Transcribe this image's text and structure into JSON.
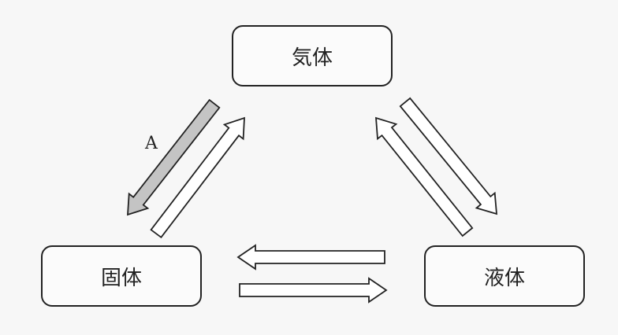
{
  "states": {
    "gas": "気体",
    "solid": "固体",
    "liquid": "液体"
  },
  "arrow_label": "A",
  "colors": {
    "outline": "#222222",
    "arrow_a_fill": "#c4c4c4",
    "arrow_fill": "#ffffff",
    "background": "#f7f7f7"
  }
}
